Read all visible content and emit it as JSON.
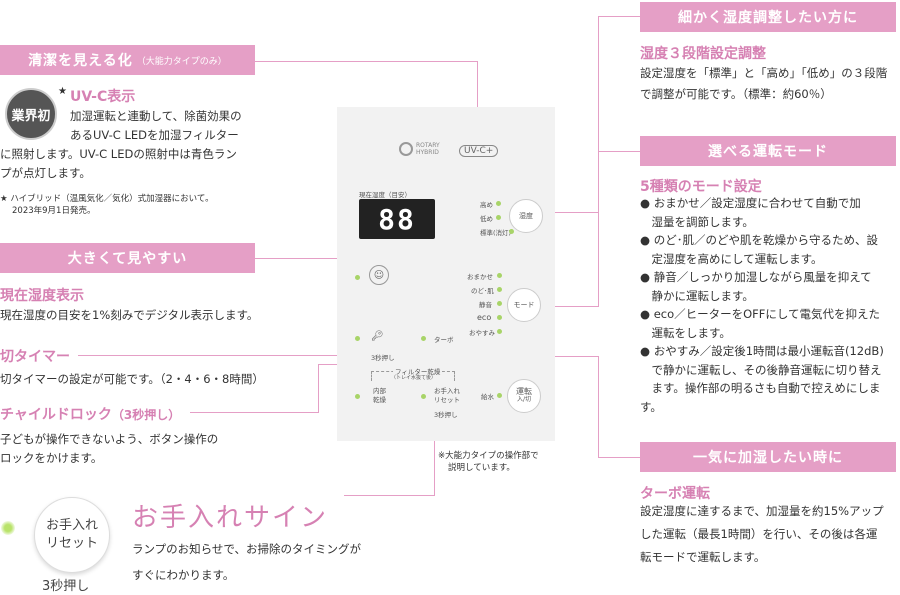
{
  "left": {
    "clean": {
      "banner_title": "清潔を見える化",
      "banner_note": "（大能力タイプのみ）",
      "badge": "業界初",
      "badge_star": "★",
      "heading": "UV-C表示",
      "body": [
        "加湿運転と連動して、除菌効果の",
        "あるUV-C LEDを加湿フィルター",
        "に照射します。UV-C LEDの照射中は青色ラン",
        "プが点灯します。"
      ],
      "note": [
        "★ ハイブリッド（温風気化／気化）式加湿器において。",
        "2023年9月1日発売。"
      ]
    },
    "visible": {
      "banner_title": "大きくて見やすい",
      "heading": "現在湿度表示",
      "body": "現在湿度の目安を1%刻みでデジタル表示します。"
    },
    "timer": {
      "heading": "切タイマー",
      "body": "切タイマーの設定が可能です。（2・4・6・8時間）"
    },
    "lock": {
      "heading": "チャイルドロック",
      "heading_note": "（3秒押し）",
      "body": [
        "子どもが操作できないよう、ボタン操作の",
        "ロックをかけます。"
      ]
    },
    "care": {
      "button_line1": "お手入れ",
      "button_line2": "リセット",
      "press_note": "3秒押し",
      "heading": "お手入れサイン",
      "body": [
        "ランプのお知らせで、お掃除のタイミングが",
        "すぐにわかります。"
      ]
    }
  },
  "right": {
    "humidity": {
      "banner_title": "細かく湿度調整したい方に",
      "heading": "湿度３段階設定調整",
      "body": [
        "設定湿度を「標準」と「高め」「低め」の３段階",
        "で調整が可能です。（標準：約60％）"
      ]
    },
    "mode": {
      "banner_title": "選べる運転モード",
      "heading": "5種類のモード設定",
      "items": [
        [
          "● おまかせ／設定湿度に合わせて自動で加",
          "　湿量を調節します。"
        ],
        [
          "● のど･肌／のどや肌を乾燥から守るため、設",
          "　定湿度を高めにして運転します。"
        ],
        [
          "● 静音／しっかり加湿しながら風量を抑えて",
          "　静かに運転します。"
        ],
        [
          "● eco／ヒーターをOFFにして電気代を抑えた",
          "　運転をします。"
        ],
        [
          "● おやすみ／設定後1時間は最小運転音(12dB)",
          "　で静かに運転し、その後静音運転に切り替え",
          "　ます。操作部の明るさも自動で控えめにします。"
        ]
      ]
    },
    "turbo": {
      "banner_title": "一気に加湿したい時に",
      "heading": "ターボ運転",
      "body": [
        "設定湿度に達するまで、加湿量を約15%アップ",
        "した運転（最長1時間）を行い、その後は各運",
        "転モードで運転します。"
      ]
    }
  },
  "panel": {
    "logo_line1": "ROTARY",
    "logo_line2": "HYBRID",
    "uvc_label": "UV-C+",
    "display_label": "現在湿度（目安）",
    "display_value": "88",
    "humidity_levels": [
      "高め",
      "低め",
      "標準(消灯)"
    ],
    "humidity_button": "湿度",
    "modes": [
      "おまかせ",
      "のど･肌",
      "静音",
      "eco",
      "おやすみ"
    ],
    "mode_button": "モード",
    "lock_press": "3秒押し",
    "turbo_label": "ターボ",
    "filter_label": "フィルター乾燥",
    "filter_sub": "（トレイ水抜て後）",
    "dry_label": "内部\n乾燥",
    "care_label": "お手入れ\nリセット",
    "care_press": "3秒押し",
    "water_label": "給水",
    "run_button_1": "運転",
    "run_button_2": "入/切",
    "footnote": [
      "※大能力タイプの操作部で",
      "説明しています。"
    ]
  },
  "colors": {
    "accent": "#e59fc6",
    "heading": "#d681b3",
    "led": "#a8d468",
    "display": "#222222"
  }
}
